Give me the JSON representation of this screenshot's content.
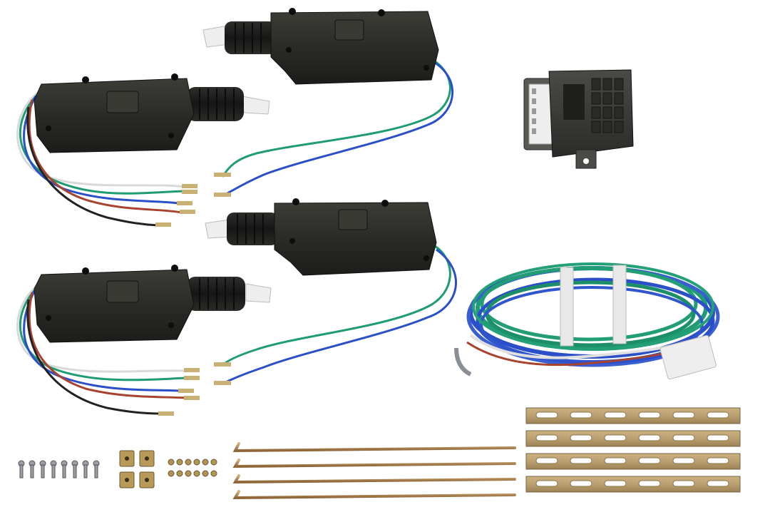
{
  "scene": {
    "description_items": [
      {
        "name": "door-lock-actuator-5wire",
        "count": 2
      },
      {
        "name": "door-lock-actuator-2wire",
        "count": 2
      },
      {
        "name": "control-module",
        "count": 1
      },
      {
        "name": "wiring-harness",
        "count": 1
      },
      {
        "name": "screws",
        "count": 8
      },
      {
        "name": "rod-clamps",
        "count": 4
      },
      {
        "name": "small-screws",
        "count": 12
      },
      {
        "name": "linkage-rods",
        "count": 4
      },
      {
        "name": "mounting-brackets",
        "count": 4
      }
    ],
    "colors": {
      "actuator_body": "#2b2b27",
      "wire_green": "#1f9c73",
      "wire_blue": "#2a4fc9",
      "wire_white": "#d9d9d9",
      "wire_red": "#a8432f",
      "wire_black": "#222222",
      "rod": "#b58a55",
      "bracket": "#b9a070",
      "clamp": "#b89a58"
    }
  }
}
